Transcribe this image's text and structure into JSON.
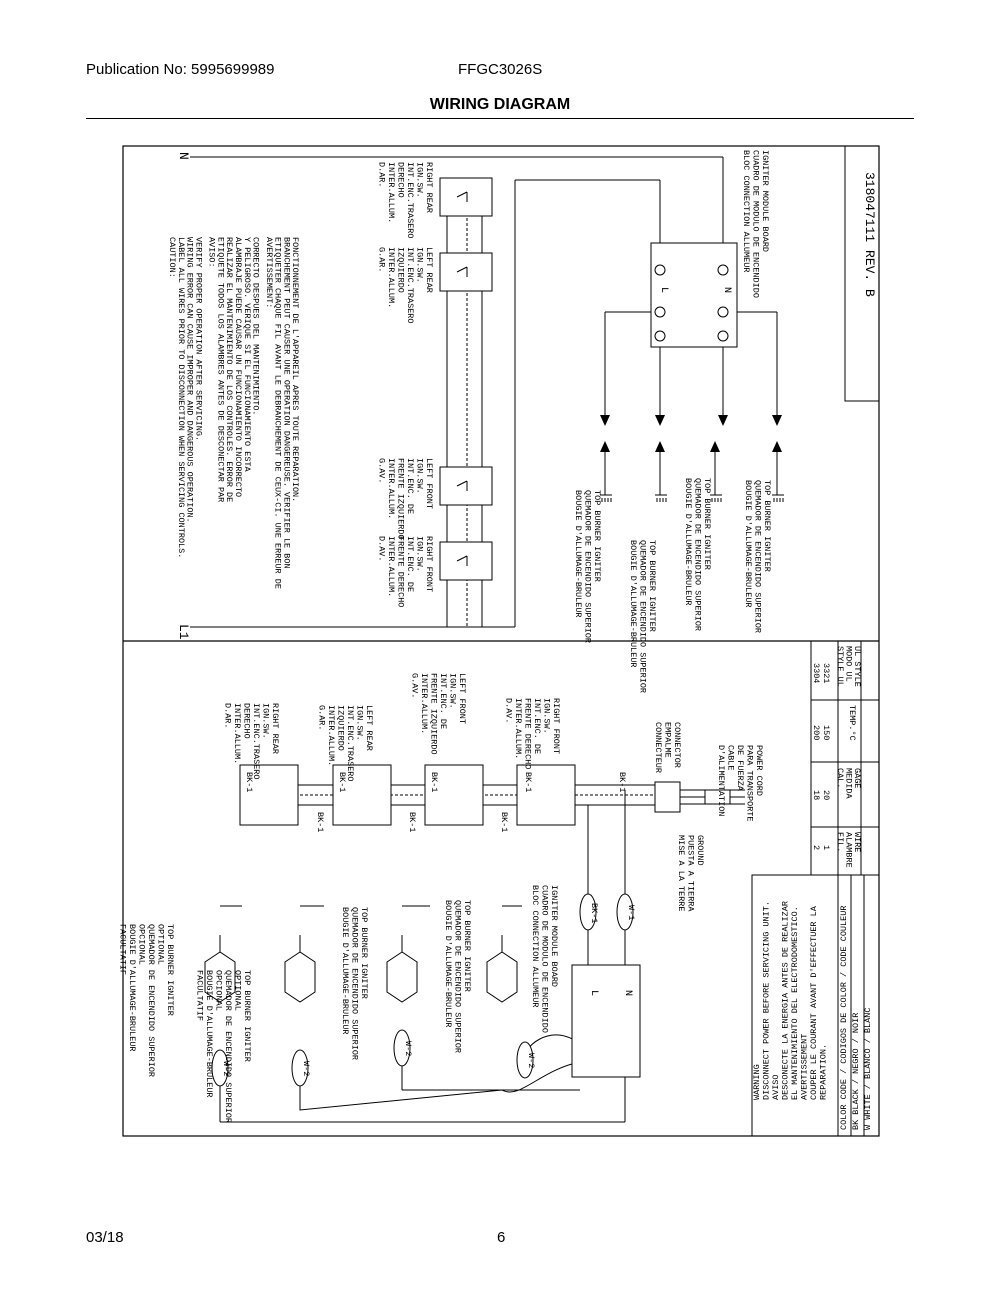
{
  "header": {
    "publication": "Publication No: 5995699989",
    "model": "FFGC3026S",
    "title": "WIRING DIAGRAM"
  },
  "footer": {
    "date": "03/18",
    "page": "6"
  },
  "diagram": {
    "terminals": {
      "n": "N",
      "l1": "L1",
      "l": "L",
      "n2": "N"
    },
    "part_number": "318047111 REV. B",
    "caution": [
      "CAUTION:",
      "LABEL ALL WIRES PRIOR TO DISCONNECTION WHEN SERVICING CONTROLS.",
      "WIRING ERROR CAN CAUSE IMPROPER AND DANGEROUS OPERATION.",
      "VERIFY PROPER OPERATION AFTER SERVICING.",
      "AVISO:",
      "ETIQUETE TODOS LOS ALAMBRES ANTES DE DESCONECTAR PAR",
      "REALIZAR EL MANTENIMIENTO DE LOS CONTROLES. ERROR DE",
      "ALAMBRAJE PUEDE CAUSAR UN FUNCIONAMIENTO INCORRECTO",
      "Y PELIGROSO. VERIQUE SI EL FUNCIONAMIENTO ESTA",
      "CORRECTO DESPUES DEL MANTENIMIENTO.",
      "AVERTISSEMENT:",
      "ETIQUETER CHAQUE FIL AVANT LE DEBRANCHEMENT DE CEUX-CI. UNE ERREUR DE",
      "BRANCHEMENT PEUT CAUSER UNE OPERATION DANGEREUSE. VERIFIER LE BON",
      "FONCTIONNEMENT DE L'APPAREIL APRES TOUTE REPARATION."
    ],
    "upper_switches": [
      [
        "RIGHT REAR",
        "IGN.SW.",
        "INT.ENC.TRASERO",
        "DERECHO",
        "INTER.ALLUM.",
        "D.AR."
      ],
      [
        "LEFT REAR",
        "IGN.SW.",
        "INT.ENC.TRASERO",
        "IZQUIERDO",
        "INTER.ALLUM.",
        "G.AR."
      ],
      [
        "LEFT FRONT",
        "IGN.SW.",
        "INT.ENC. DE",
        "FRENTE IZQUIERDO",
        "INTER.ALLUM.",
        "G.AV."
      ],
      [
        "RIGHT FRONT",
        "IGN.SW.",
        "INT.ENC. DE",
        "FRENTE DERECHO",
        "INTER.ALLUM.",
        "D.AV."
      ]
    ],
    "upper_module": [
      "IGNITER MODULE BOARD",
      "CUADRO DE MODULO DE ENCENDIDO",
      "BLOC CONNECTION ALLUMEUR"
    ],
    "upper_igniters": [
      [
        "TOP BURNER IGNITER",
        "QUEMADOR DE ENCENDIDO SUPERIOR",
        "BOUGIE D'ALLUMAGE-BRULEUR"
      ],
      [
        "TOP BURNER IGNITER",
        "QUEMADOR DE ENCENDIDO SUPERIOR",
        "BOUGIE D'ALLUMAGE-BRULEUR"
      ],
      [
        "TOP BURNER IGNITER",
        "QUEMADOR DE ENCENDIDO SUPERIOR",
        "BOUGIE D'ALLUMAGE-BRULEUR"
      ],
      [
        "TOP BURNER IGNITER",
        "QUEMADOR DE ENCENDIDO SUPERIOR",
        "BOUGIE D'ALLUMAGE-BRULEUR"
      ]
    ],
    "lower_switches": [
      [
        "RIGHT REAR",
        "IGN.SW.",
        "INT.ENC.TRASERO",
        "DERECHO",
        "INTER.ALLUM.",
        "D.AR."
      ],
      [
        "LEFT REAR",
        "IGN.SW.",
        "INT.ENC.TRASERO",
        "IZQUIERDO",
        "INTER.ALLUM.",
        "G.AR."
      ],
      [
        "LEFT FRONT",
        "IGN.SW.",
        "INT.ENC. DE",
        "FRENTE IZQUIERDO",
        "INTER.ALLUM.",
        "G.AV."
      ],
      [
        "RIGHT FRONT",
        "IGN.SW.",
        "INT.ENC. DE",
        "FRENTE DERECHO",
        "INTER.ALLUM.",
        "D.AV."
      ]
    ],
    "wire_label": "BK-1",
    "connector": [
      "CONNECTOR",
      "EMPALME",
      "CONNECTEUR"
    ],
    "power_cord": [
      "POWER CORD",
      "PARA TRANSPORTE",
      "DE FUERZA",
      "CABLE",
      "D'ALIMENTATION"
    ],
    "ground": [
      "GROUND",
      "PUESTA A TIERRA",
      "MISE A LA TERRE"
    ],
    "lower_igniters": [
      [
        "TOP BURNER IGNITER",
        "OPTIONAL",
        "QUEMADOR DE ENCENDIDO SUPERIOR",
        "OPCIONAL",
        "BOUGIE D'ALLUMAGE-BRULEUR",
        "FACULTATIF"
      ],
      [
        "TOP BURNER IGNITER",
        "OPTIONAL",
        "QUEMADOR DE ENCENDIDO SUPERIOR",
        "OPCIONAL",
        "BOUGIE D'ALLUMAGE-BRULEUR",
        "FACULTATIF"
      ],
      [
        "TOP BURNER IGNITER",
        "QUEMADOR DE ENCENDIDO SUPERIOR",
        "BOUGIE D'ALLUMAGE-BRULEUR"
      ],
      [
        "TOP BURNER IGNITER",
        "QUEMADOR DE ENCENDIDO SUPERIOR",
        "BOUGIE D'ALLUMAGE-BRULEUR"
      ]
    ],
    "lower_module": [
      "IGNITER MODULE BOARD",
      "CUADRO DE MODULO DE ENCENDIDO",
      "BLOC CONNECTION ALLUMEUR"
    ],
    "wire_tags": {
      "bk1": "BK-1",
      "w1": "W-1",
      "w2": "W-2"
    },
    "wire_table": {
      "rows": [
        [
          "WIRE",
          "ALAMBRE",
          "FIL."
        ],
        [
          "1",
          "20",
          "150",
          "3321"
        ],
        [
          "2",
          "18",
          "200",
          "3304"
        ]
      ],
      "headers": [
        [
          "GAGE",
          "MEDIDA",
          "CAL."
        ],
        [
          "TEMP.°C"
        ],
        [
          "UL STYLE",
          "MODO UL",
          "STYLE UL"
        ]
      ]
    },
    "warning": [
      "WARNING",
      "DISCONNECT POWER BEFORE SERVICING UNIT.",
      "AVISO",
      "DESCONECTE LA ENERGIA ANTES DE REALIZAR",
      "EL MANTENIMIENTO DEL ELECTRODOMESTICO.",
      "AVERTISSEMENT",
      "COUPER LE COURANT AVANT D'EFFECTUER LA",
      "REPARATION."
    ],
    "color_code": [
      "COLOR CODE / CODIGOS DE COLOR / CODE COULEUR",
      "BK BLACK / NEGRO / NOIR",
      "W WHITE / BLANCO / BLANC"
    ]
  }
}
